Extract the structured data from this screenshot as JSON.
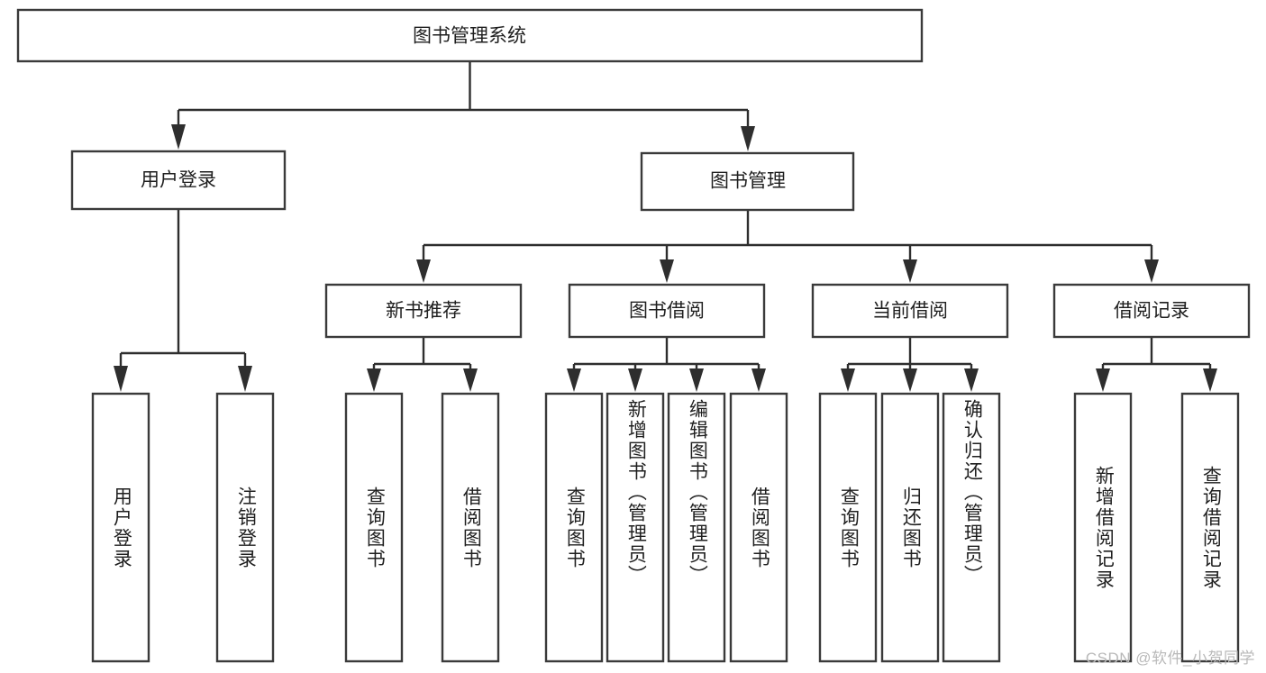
{
  "diagram": {
    "type": "tree",
    "title": "图书管理系统",
    "orientation": "top-down",
    "root": {
      "id": "root",
      "label": "图书管理系统"
    },
    "level2": [
      {
        "id": "user-login",
        "label": "用户登录"
      },
      {
        "id": "book-manage",
        "label": "图书管理"
      }
    ],
    "level3": [
      {
        "id": "new-book-recommend",
        "label": "新书推荐",
        "parent": "book-manage"
      },
      {
        "id": "book-borrow",
        "label": "图书借阅",
        "parent": "book-manage"
      },
      {
        "id": "current-borrow",
        "label": "当前借阅",
        "parent": "book-manage"
      },
      {
        "id": "borrow-record",
        "label": "借阅记录",
        "parent": "book-manage"
      }
    ],
    "leaves": [
      {
        "id": "leaf-user-login",
        "label": "用户登录",
        "parent": "user-login"
      },
      {
        "id": "leaf-logout-login",
        "label": "注销登录",
        "parent": "user-login"
      },
      {
        "id": "leaf-query-book-1",
        "label": "查询图书",
        "parent": "new-book-recommend"
      },
      {
        "id": "leaf-borrow-book-1",
        "label": "借阅图书",
        "parent": "new-book-recommend"
      },
      {
        "id": "leaf-query-book-2",
        "label": "查询图书",
        "parent": "book-borrow"
      },
      {
        "id": "leaf-add-book",
        "label": "新增图书（管理员）",
        "parent": "book-borrow"
      },
      {
        "id": "leaf-edit-book",
        "label": "编辑图书（管理员）",
        "parent": "book-borrow"
      },
      {
        "id": "leaf-borrow-book-2",
        "label": "借阅图书",
        "parent": "book-borrow"
      },
      {
        "id": "leaf-query-book-3",
        "label": "查询图书",
        "parent": "current-borrow"
      },
      {
        "id": "leaf-return-book",
        "label": "归还图书",
        "parent": "current-borrow"
      },
      {
        "id": "leaf-confirm-return",
        "label": "确认归还（管理员）",
        "parent": "current-borrow"
      },
      {
        "id": "leaf-add-record",
        "label": "新增借阅记录",
        "parent": "borrow-record"
      },
      {
        "id": "leaf-query-record",
        "label": "查询借阅记录",
        "parent": "borrow-record"
      }
    ],
    "colors": {
      "box_stroke": "#3a3a3a",
      "connector": "#2e2e2e",
      "text": "#1f1f1f",
      "background": "#ffffff",
      "watermark": "#b9b9b9"
    }
  },
  "watermark": {
    "text": "CSDN @软件_小贺同学"
  }
}
